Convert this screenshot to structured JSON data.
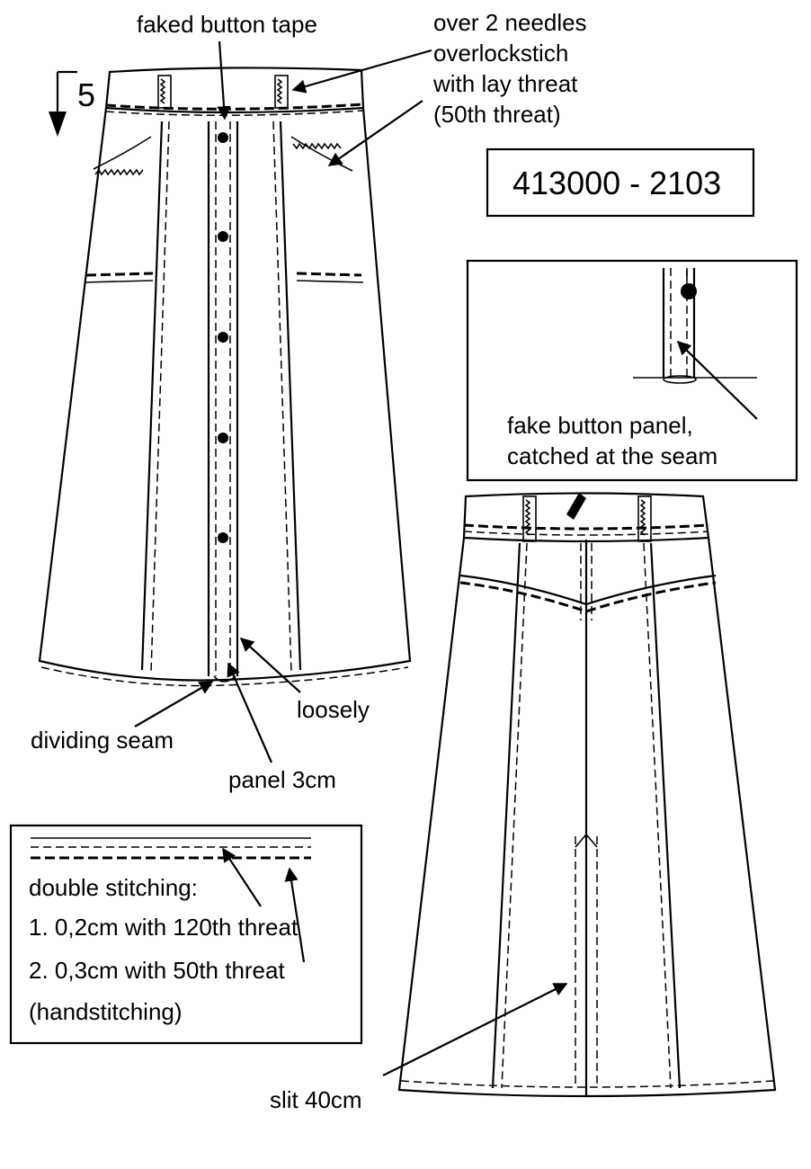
{
  "article_number": "413000 - 2103",
  "step_number": "5",
  "labels": {
    "faked_button_tape": "faked button tape",
    "overlock": [
      "over 2 needles",
      "overlockstich",
      "with lay threat",
      "(50th threat)"
    ],
    "loosely": "loosely",
    "dividing_seam": "dividing seam",
    "panel": "panel 3cm",
    "fake_panel": [
      "fake button panel,",
      "catched at the seam"
    ],
    "slit": "slit 40cm"
  },
  "stitch_legend": {
    "title": "double stitching:",
    "line1": "1. 0,2cm with 120th threat",
    "line2": "2. 0,3cm with 50th threat",
    "line3": "(handstitching)"
  }
}
